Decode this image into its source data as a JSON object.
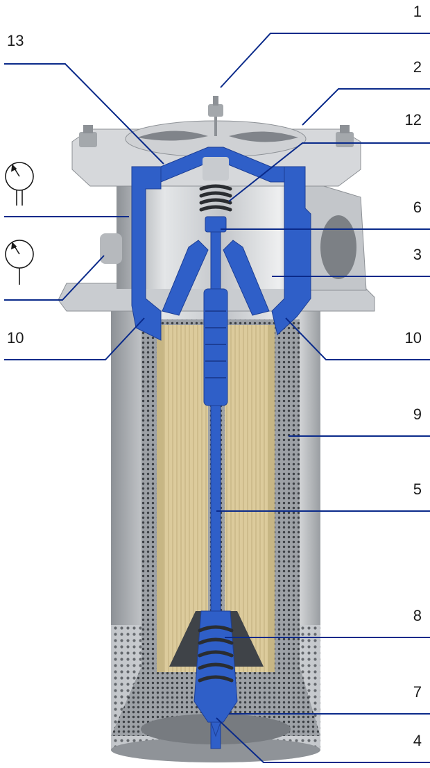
{
  "callouts": {
    "c1": "1",
    "c2": "2",
    "c12": "12",
    "c13": "13",
    "c6": "6",
    "c3": "3",
    "c10_left": "10",
    "c10_right": "10",
    "c9": "9",
    "c5": "5",
    "c8": "8",
    "c7": "7",
    "c4": "4"
  },
  "colors": {
    "section_blue": "#2f5fc8",
    "leader_line": "#0a2a8a",
    "steel": "#b9bcc0",
    "filter_media": "#d8c79a"
  },
  "icons": [
    "pressure-gauge-icon",
    "pressure-gauge-icon"
  ]
}
